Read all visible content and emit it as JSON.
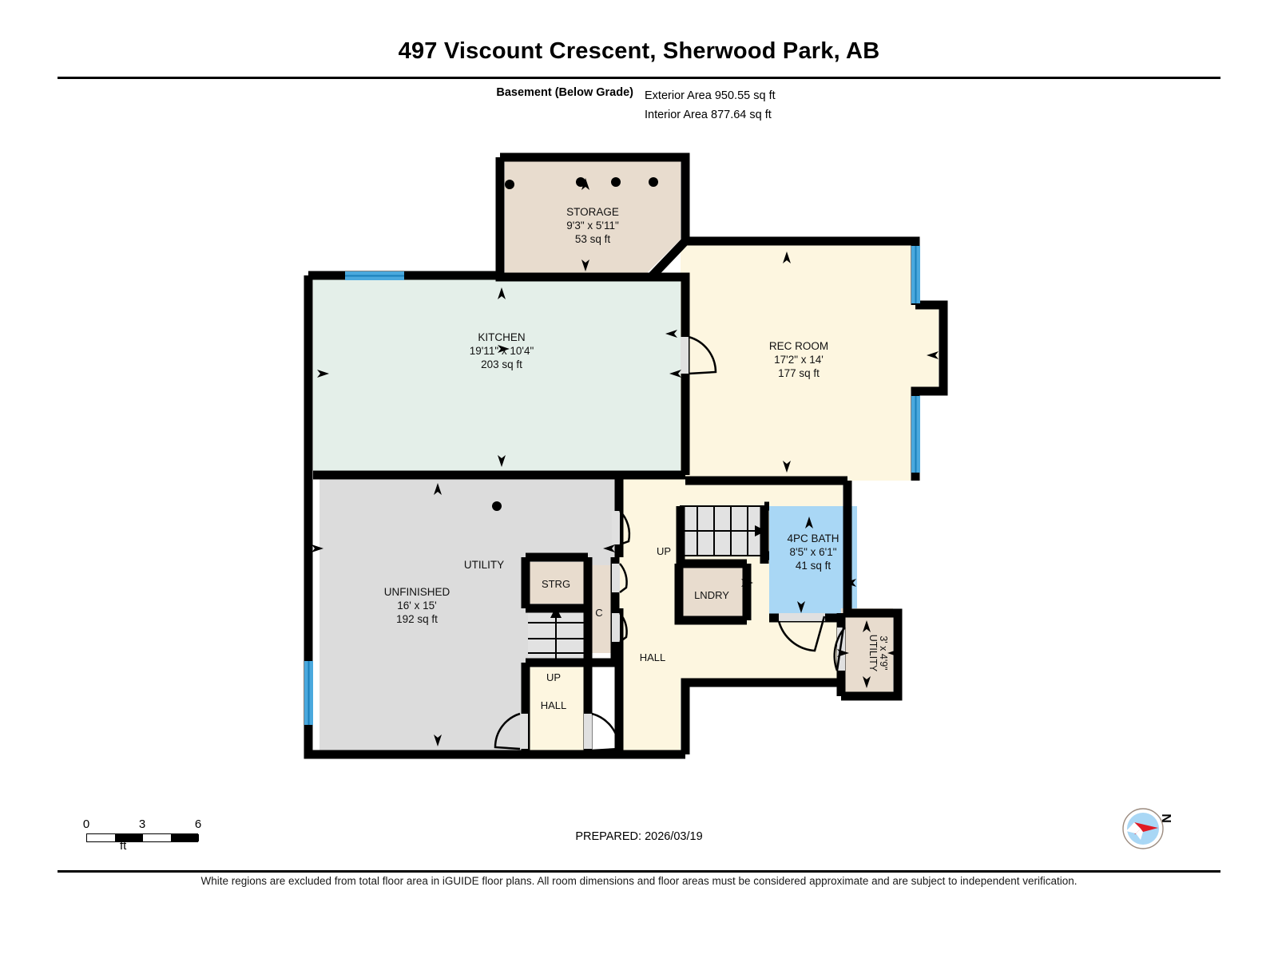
{
  "header": {
    "title": "497 Viscount Crescent, Sherwood Park, AB",
    "level_label": "Basement (Below Grade)",
    "exterior_area": "Exterior Area 950.55 sq ft",
    "interior_area": "Interior Area 877.64 sq ft"
  },
  "rooms": [
    {
      "id": "storage",
      "name": "STORAGE",
      "dims": "9'3\" x 5'11\"",
      "area": "53 sq ft",
      "fill": "#e8dcce"
    },
    {
      "id": "kitchen",
      "name": "KITCHEN",
      "dims": "19'11\" x 10'4\"",
      "area": "203 sq ft",
      "fill": "#e4efe9"
    },
    {
      "id": "rec-room",
      "name": "REC ROOM",
      "dims": "17'2\" x 14'",
      "area": "177 sq ft",
      "fill": "#fdf6e0"
    },
    {
      "id": "unfinished",
      "name": "UNFINISHED",
      "dims": "16' x 15'",
      "area": "192 sq ft",
      "fill": "#dcdcdc"
    },
    {
      "id": "bath",
      "name": "4PC BATH",
      "dims": "8'5\" x 6'1\"",
      "area": "41 sq ft",
      "fill": "#a9d7f5"
    },
    {
      "id": "utility-sm",
      "name": "UTILITY",
      "dims": "3' x 4'9\"",
      "area": "",
      "fill": "#e8dcce"
    }
  ],
  "labels": {
    "utility": "UTILITY",
    "strg": "STRG",
    "closet": "C",
    "lndry": "LNDRY",
    "hall_center": "HALL",
    "hall_left": "HALL",
    "up_left": "UP",
    "up_center": "UP"
  },
  "colors": {
    "wall": "#000000",
    "window": "#4aa8dd",
    "window_line": "#1b7fba",
    "stairs_fill": "#e2e2e2",
    "door_fill": "#e0e0e0",
    "kitchen": "#e4efe9",
    "rec_room": "#fdf6e0",
    "bath": "#a9d7f5",
    "tan": "#e8dcce",
    "grey": "#dcdcdc",
    "cream": "#fdf6e0",
    "compass_disc": "#a9d7f5",
    "compass_needle": "#e01b24"
  },
  "scale": {
    "ticks": [
      "0",
      "3",
      "6"
    ],
    "unit": "ft"
  },
  "footer": {
    "prepared": "PREPARED: 2026/03/19",
    "compass_north": "N",
    "disclaimer": "White regions are excluded from total floor area in iGUIDE floor plans. All room dimensions and floor areas must be considered approximate and are subject to independent verification."
  }
}
